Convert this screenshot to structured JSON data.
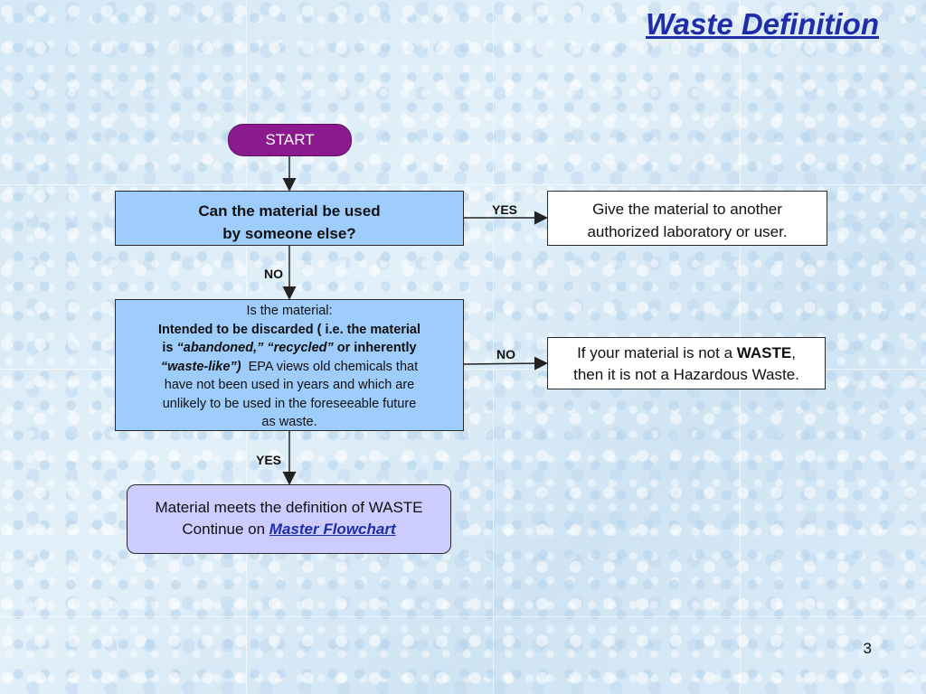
{
  "title": "Waste Definition",
  "start": "START",
  "question1": {
    "line1": "Can the material be used",
    "line2": "by someone else?"
  },
  "yes_label_1": "YES",
  "give_box": {
    "line1": "Give the material to another",
    "line2": "authorized laboratory or user."
  },
  "no_label_1": "NO",
  "question2": {
    "intro": "Is the material:",
    "bold1": "Intended to be discarded ( i.e. the material",
    "bold2a": "is ",
    "italic1": "“abandoned,” “recycled”",
    "bold2b": " or inherently",
    "italic2": "“waste-like”)",
    "text1": "  EPA views old chemicals that",
    "text2": "have not been used in years and which are",
    "text3": "unlikely to be used in the foreseeable future",
    "text4": "as waste."
  },
  "no_label_2": "NO",
  "not_waste_box": {
    "pre": "If your material is not a ",
    "bold": "WASTE",
    "post": ",",
    "line2": "then it is not a Hazardous Waste."
  },
  "yes_label_2": "YES",
  "meets_box": {
    "line1": "Material meets the definition of WASTE",
    "line2_pre": "Continue on ",
    "link": "Master Flowchart"
  },
  "page_number": "3",
  "colors": {
    "title": "#1f2ea8",
    "start": "#8a1a8e",
    "question_box": "#9fcdfb",
    "result_box": "#ccccff"
  }
}
